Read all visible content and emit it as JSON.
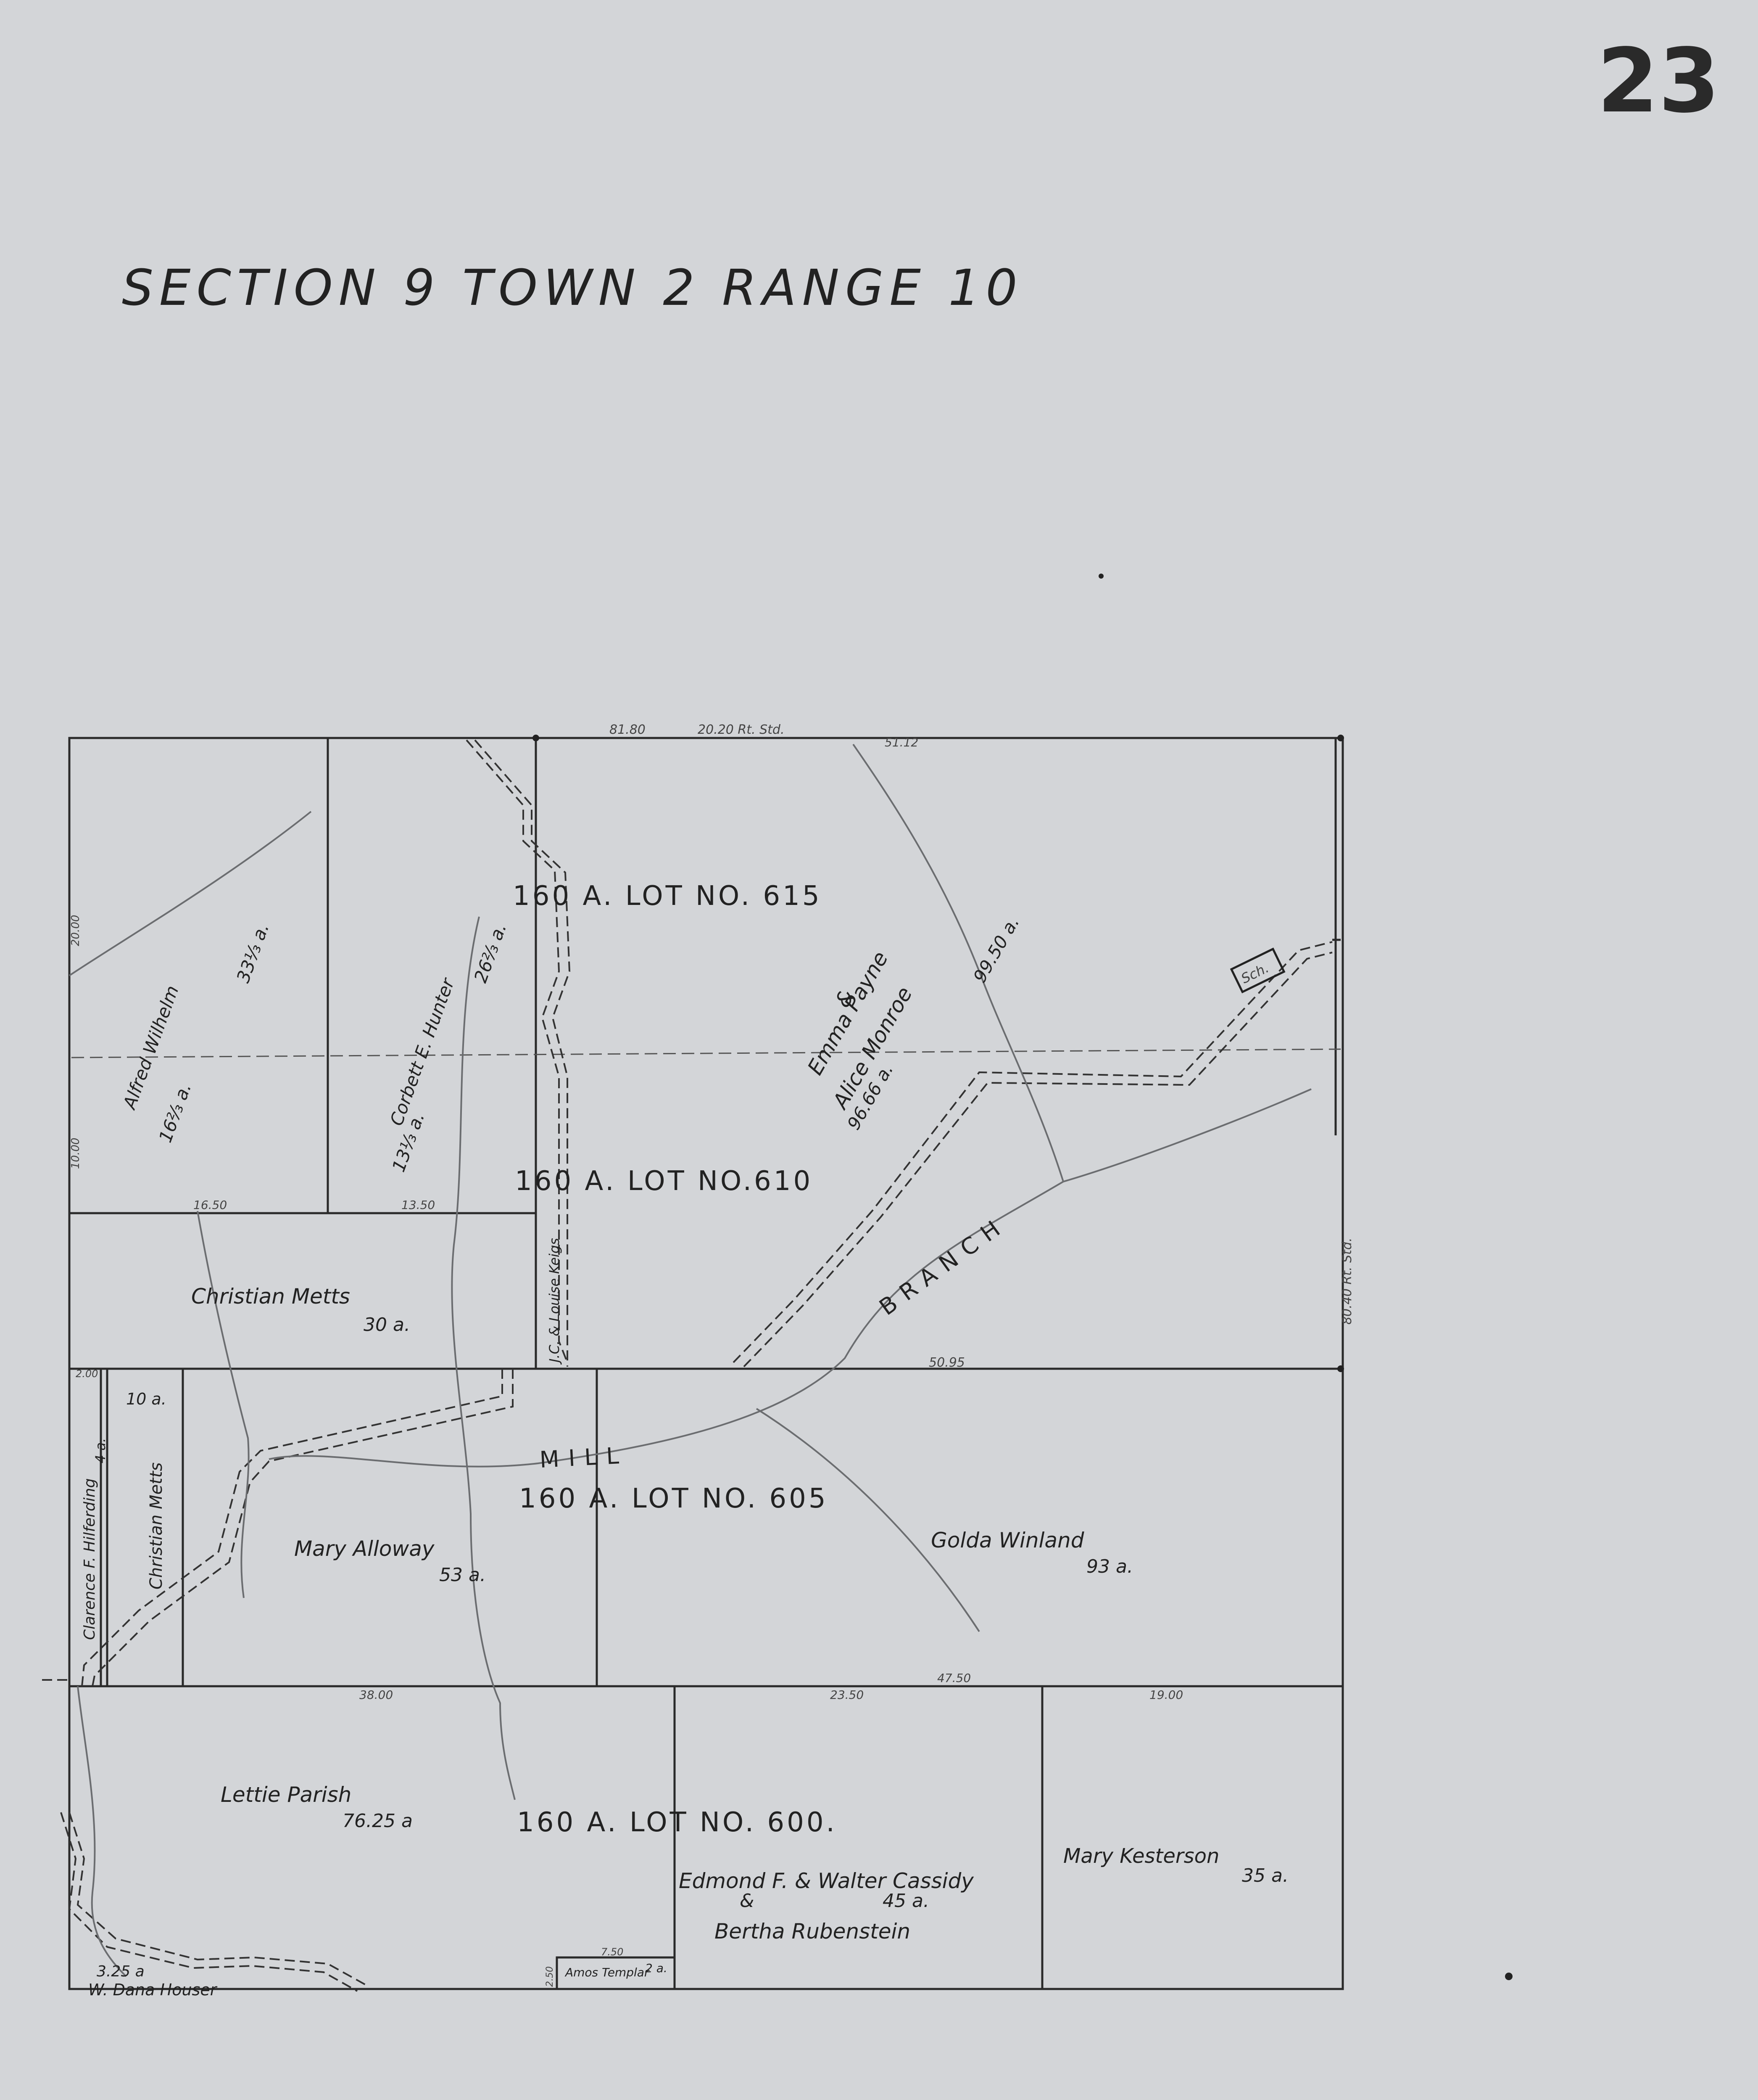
{
  "page_number": "23",
  "title": "SECTION 9 TOWN 2 RANGE 10",
  "lots": [
    {
      "label": "160 A. LOT NO. 615"
    },
    {
      "label": "160 A. LOT NO.610"
    },
    {
      "label": "160 A. LOT NO. 605"
    },
    {
      "label": "160 A. LOT NO. 600."
    }
  ],
  "owners": {
    "alfred_wilhelm": {
      "name": "Alfred Wilhelm",
      "area1": "33⅓ a.",
      "area2": "16⅔ a."
    },
    "corbett_hunter": {
      "name": "Corbett E. Hunter",
      "area1": "26⅔ a.",
      "area2": "13⅓ a."
    },
    "emma_payne": {
      "name": "Emma Payne",
      "amp": "&",
      "name2": "Alice Monroe",
      "area1": "99.50 a.",
      "area2": "96.66 a."
    },
    "christian_metts": {
      "name": "Christian Metts",
      "area": "30 a."
    },
    "christian_metts_2": {
      "name": "Christian Metts",
      "area": "10 a."
    },
    "clarence_hilferding": {
      "name": "Clarence F. Hilferding",
      "area": "4 a."
    },
    "jc_louise": {
      "name": "J.C. & Louise Keigs"
    },
    "mary_alloway": {
      "name": "Mary Alloway",
      "area": "53 a."
    },
    "golda_winland": {
      "name": "Golda Winland",
      "area": "93 a."
    },
    "lettie_parish": {
      "name": "Lettie Parish",
      "area": "76.25 a"
    },
    "cassidy": {
      "name": "Edmond F. & Walter Cassidy",
      "amp": "&",
      "area": "45 a.",
      "name2": "Bertha Rubenstein"
    },
    "mary_kesterson": {
      "name": "Mary Kesterson",
      "area": "35 a."
    },
    "dana_houser": {
      "name": "W. Dana Houser",
      "area": "3.25 a"
    },
    "amos_templar": {
      "name": "Amos Templar",
      "area": "2 a."
    }
  },
  "features": {
    "school": "Sch.",
    "creek_word1": "MILL",
    "creek_word2": "BRANCH"
  },
  "measurements": {
    "top_1": "81.80",
    "top_2": "20.20 Rt. Std.",
    "top_3": "51.12",
    "right_side": "80.40 Rt. Std.",
    "mid_right": "50.95",
    "left_1": "20.00",
    "left_2": "10.00",
    "lot610_1": "16.50",
    "lot610_2": "13.50",
    "small_1": "2.00",
    "bot_1": "38.00",
    "bot_2": "23.50",
    "bot_3": "47.50",
    "bot_4": "19.00",
    "amos_1": "7.50",
    "amos_2": "2.50"
  }
}
